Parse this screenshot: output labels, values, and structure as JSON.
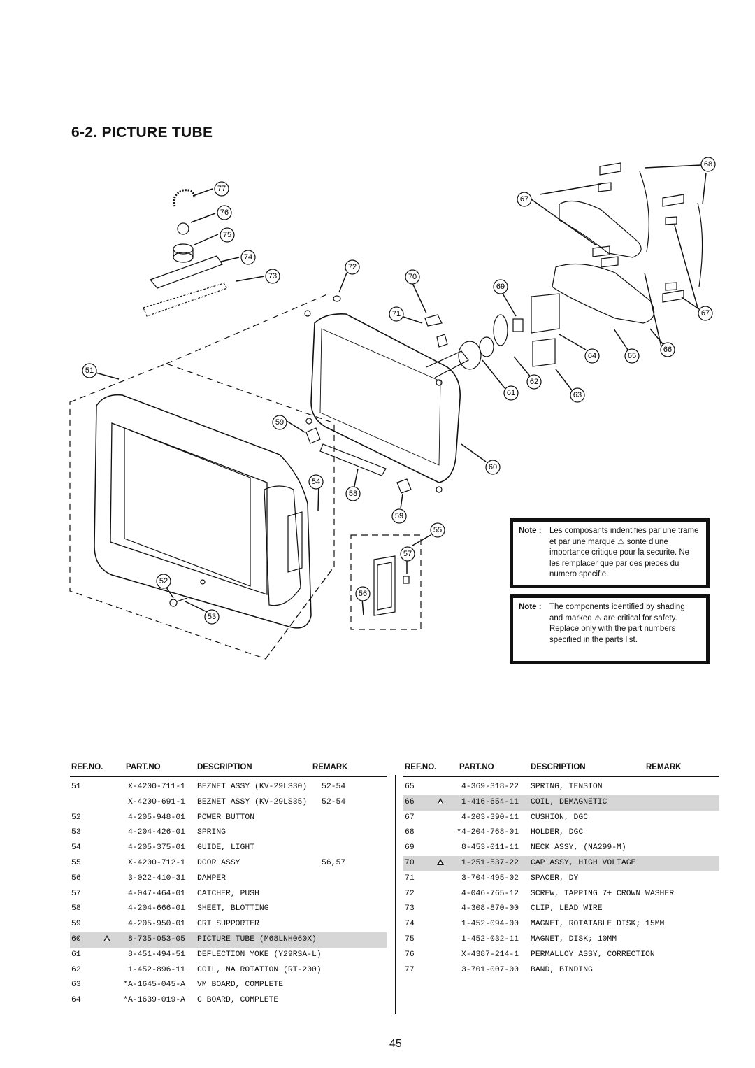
{
  "section_title": "6-2.  PICTURE TUBE",
  "callouts": [
    "51",
    "52",
    "53",
    "54",
    "55",
    "56",
    "57",
    "58",
    "59",
    "59",
    "60",
    "61",
    "62",
    "63",
    "64",
    "65",
    "66",
    "67",
    "67",
    "68",
    "69",
    "70",
    "71",
    "72",
    "73",
    "74",
    "75",
    "76",
    "77"
  ],
  "notes": [
    {
      "label": "Note :",
      "text": "Les composants indentifies par une trame et par une marque ⚠ sonte d'une importance critique pour la securite. Ne les remplacer que par des pieces du numero specifie."
    },
    {
      "label": "Note :",
      "text": "The components identified by shading and marked ⚠ are critical for safety. Replace only with the part numbers specified in the parts list."
    }
  ],
  "table_headers": {
    "ref": "REF.NO.",
    "part": "PART.NO",
    "desc": "DESCRIPTION",
    "remark": "REMARK"
  },
  "parts_left": [
    {
      "ref": "51",
      "part": "X-4200-711-1",
      "desc": "BEZNET ASSY (KV-29LS30)",
      "remark": "52-54",
      "critical": false
    },
    {
      "ref": "",
      "part": "X-4200-691-1",
      "desc": "BEZNET ASSY (KV-29LS35)",
      "remark": "52-54",
      "critical": false
    },
    {
      "ref": "52",
      "part": "4-205-948-01",
      "desc": "POWER BUTTON",
      "remark": "",
      "critical": false
    },
    {
      "ref": "53",
      "part": "4-204-426-01",
      "desc": "SPRING",
      "remark": "",
      "critical": false
    },
    {
      "ref": "54",
      "part": "4-205-375-01",
      "desc": "GUIDE, LIGHT",
      "remark": "",
      "critical": false
    },
    {
      "ref": "55",
      "part": "X-4200-712-1",
      "desc": "DOOR ASSY",
      "remark": "56,57",
      "critical": false
    },
    {
      "ref": "56",
      "part": "3-022-410-31",
      "desc": "DAMPER",
      "remark": "",
      "critical": false
    },
    {
      "ref": "57",
      "part": "4-047-464-01",
      "desc": "CATCHER, PUSH",
      "remark": "",
      "critical": false
    },
    {
      "ref": "58",
      "part": "4-204-666-01",
      "desc": "SHEET, BLOTTING",
      "remark": "",
      "critical": false
    },
    {
      "ref": "59",
      "part": "4-205-950-01",
      "desc": "CRT SUPPORTER",
      "remark": "",
      "critical": false
    },
    {
      "ref": "60",
      "part": "8-735-053-05",
      "desc": "PICTURE TUBE (M68LNH060X)",
      "remark": "",
      "critical": true
    },
    {
      "ref": "61",
      "part": "8-451-494-51",
      "desc": "DEFLECTION YOKE (Y29RSA-L)",
      "remark": "",
      "critical": false
    },
    {
      "ref": "62",
      "part": "1-452-896-11",
      "desc": "COIL, NA ROTATION (RT-200)",
      "remark": "",
      "critical": false
    },
    {
      "ref": "63",
      "part": "*A-1645-045-A",
      "desc": "VM BOARD, COMPLETE",
      "remark": "",
      "critical": false
    },
    {
      "ref": "64",
      "part": "*A-1639-019-A",
      "desc": "C BOARD, COMPLETE",
      "remark": "",
      "critical": false
    }
  ],
  "parts_right": [
    {
      "ref": "65",
      "part": "4-369-318-22",
      "desc": "SPRING, TENSION",
      "remark": "",
      "critical": false
    },
    {
      "ref": "66",
      "part": "1-416-654-11",
      "desc": "COIL, DEMAGNETIC",
      "remark": "",
      "critical": true
    },
    {
      "ref": "67",
      "part": "4-203-390-11",
      "desc": "CUSHION, DGC",
      "remark": "",
      "critical": false
    },
    {
      "ref": "68",
      "part": "*4-204-768-01",
      "desc": "HOLDER, DGC",
      "remark": "",
      "critical": false
    },
    {
      "ref": "69",
      "part": "8-453-011-11",
      "desc": "NECK ASSY, (NA299-M)",
      "remark": "",
      "critical": false
    },
    {
      "ref": "70",
      "part": "1-251-537-22",
      "desc": "CAP ASSY, HIGH VOLTAGE",
      "remark": "",
      "critical": true
    },
    {
      "ref": "71",
      "part": "3-704-495-02",
      "desc": "SPACER, DY",
      "remark": "",
      "critical": false
    },
    {
      "ref": "72",
      "part": "4-046-765-12",
      "desc": "SCREW, TAPPING 7+ CROWN WASHER",
      "remark": "",
      "critical": false
    },
    {
      "ref": "73",
      "part": "4-308-870-00",
      "desc": "CLIP, LEAD WIRE",
      "remark": "",
      "critical": false
    },
    {
      "ref": "74",
      "part": "1-452-094-00",
      "desc": "MAGNET, ROTATABLE DISK; 15MM",
      "remark": "",
      "critical": false
    },
    {
      "ref": "75",
      "part": "1-452-032-11",
      "desc": "MAGNET, DISK; 10MM",
      "remark": "",
      "critical": false
    },
    {
      "ref": "76",
      "part": "X-4387-214-1",
      "desc": "PERMALLOY ASSY, CORRECTION",
      "remark": "",
      "critical": false
    },
    {
      "ref": "77",
      "part": "3-701-007-00",
      "desc": "BAND, BINDING",
      "remark": "",
      "critical": false
    }
  ],
  "page_number": "45"
}
